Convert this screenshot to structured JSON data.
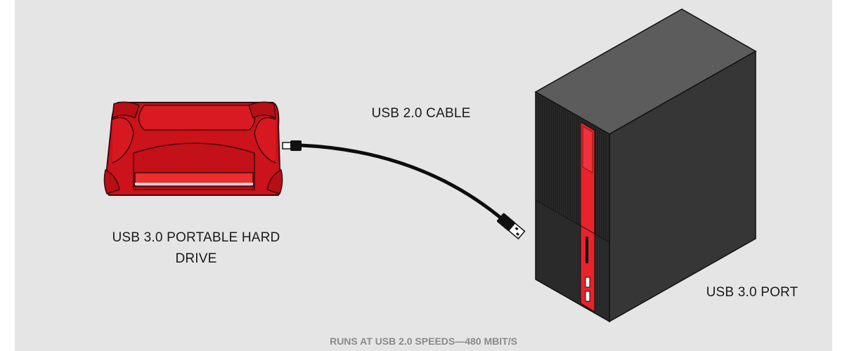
{
  "labels": {
    "drive": "USB 3.0 PORTABLE HARD DRIVE",
    "cable": "USB 2.0 CABLE",
    "port": "USB 3.0 PORT"
  },
  "caption": "RUNS AT USB 2.0 SPEEDS—480 MBIT/S",
  "colors": {
    "background": "#e5e5e5",
    "drive_red": "#d0131c",
    "accent_red": "#e8232a",
    "tower_dark": "#2a2a2a",
    "cable": "#111111"
  },
  "icons": [
    "hard-drive-icon",
    "usb-cable-icon",
    "computer-tower-icon"
  ]
}
